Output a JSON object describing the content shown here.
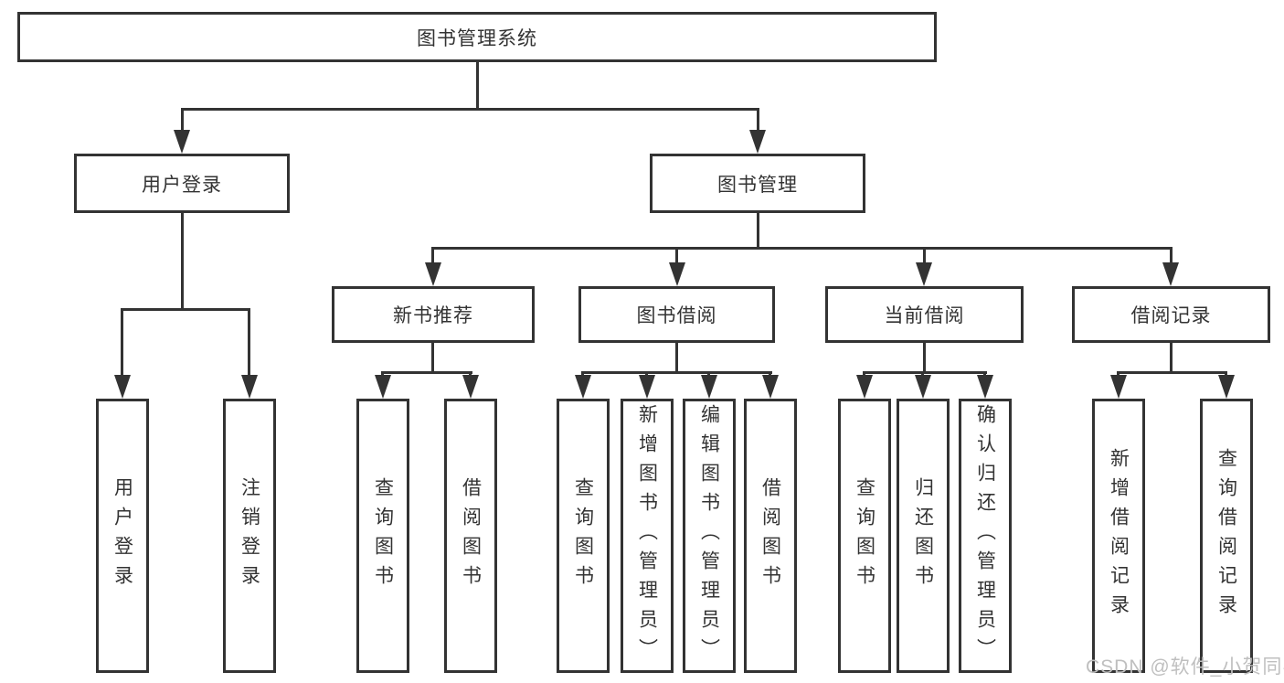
{
  "diagram": {
    "title": "图书管理系统",
    "level2": [
      "用户登录",
      "图书管理"
    ],
    "level3": [
      "新书推荐",
      "图书借阅",
      "当前借阅",
      "借阅记录"
    ],
    "leaves": {
      "user_login": [
        "用户登录",
        "注销登录"
      ],
      "new_book_recommend": [
        "查询图书",
        "借阅图书"
      ],
      "book_borrow": [
        "查询图书",
        "新增图书（管理员）",
        "编辑图书（管理员）",
        "借阅图书"
      ],
      "current_borrow": [
        "查询图书",
        "归还图书",
        "确认归还（管理员）"
      ],
      "borrow_records": [
        "新增借阅记录",
        "查询借阅记录"
      ]
    },
    "watermark": "CSDN @软件_小贺同学",
    "colors": {
      "line": "#333333",
      "border": "#333333",
      "text": "#333333",
      "background": "#ffffff",
      "watermark": "#bfbfbf"
    }
  }
}
